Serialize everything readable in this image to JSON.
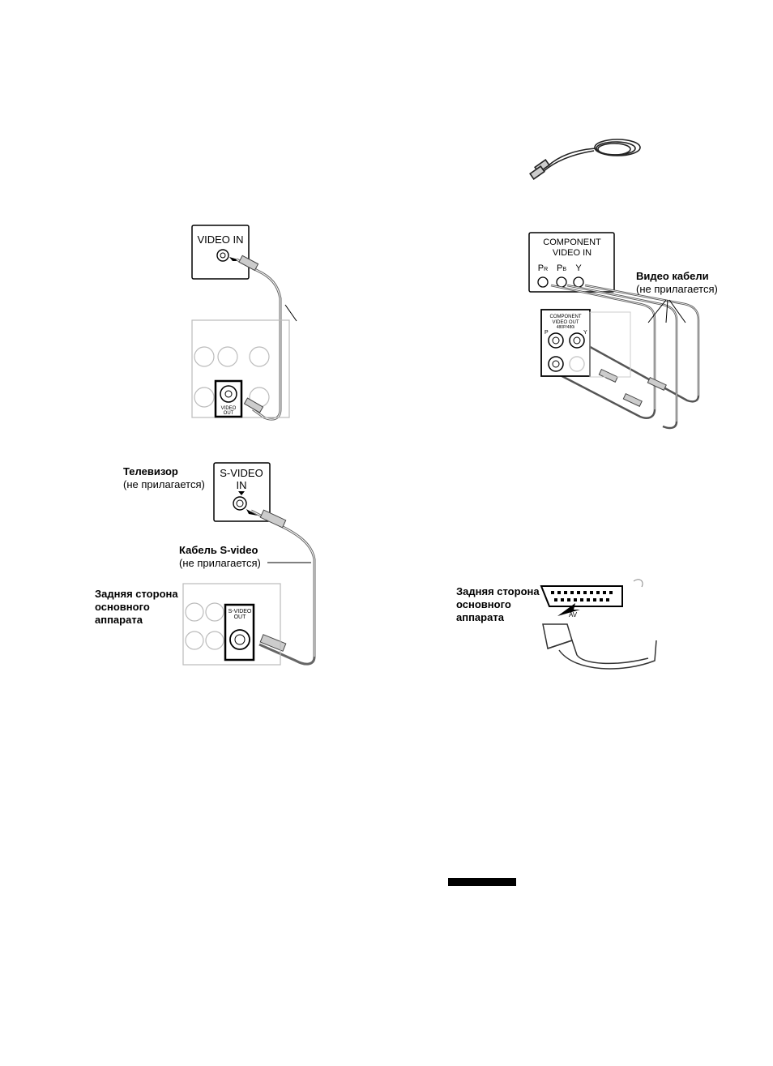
{
  "figure1": {
    "panel_title": "VIDEO IN",
    "jack_label": "VIDEO\nOUT"
  },
  "figure2": {
    "panel_line1": "COMPONENT",
    "panel_line2": "VIDEO IN",
    "jack_pr": "P",
    "jack_pr_sub": "R",
    "jack_pb": "P",
    "jack_pb_sub": "B",
    "jack_y": "Y",
    "cable_label": "Видео кабели",
    "cable_note": "(не прилагается)",
    "out_line1": "COMPONENT",
    "out_line2": "VIDEO OUT",
    "out_line3": "480P/480i",
    "out_p": "P",
    "out_y": "Y"
  },
  "figure3": {
    "tv_label": "Телевизор",
    "tv_note": "(не прилагается)",
    "panel_line1": "S-VIDEO",
    "panel_line2": "IN",
    "cable_label": "Кабель S-video",
    "cable_note": "(не прилагается)",
    "rear_line1": "Задняя сторона",
    "rear_line2": "основного",
    "rear_line3": "аппарата",
    "jack_label": "S-VIDEO\nOUT"
  },
  "figure4": {
    "rear_line1": "Задняя сторона",
    "rear_line2": "основного",
    "rear_line3": "аппарата",
    "connector_label": "AV"
  }
}
